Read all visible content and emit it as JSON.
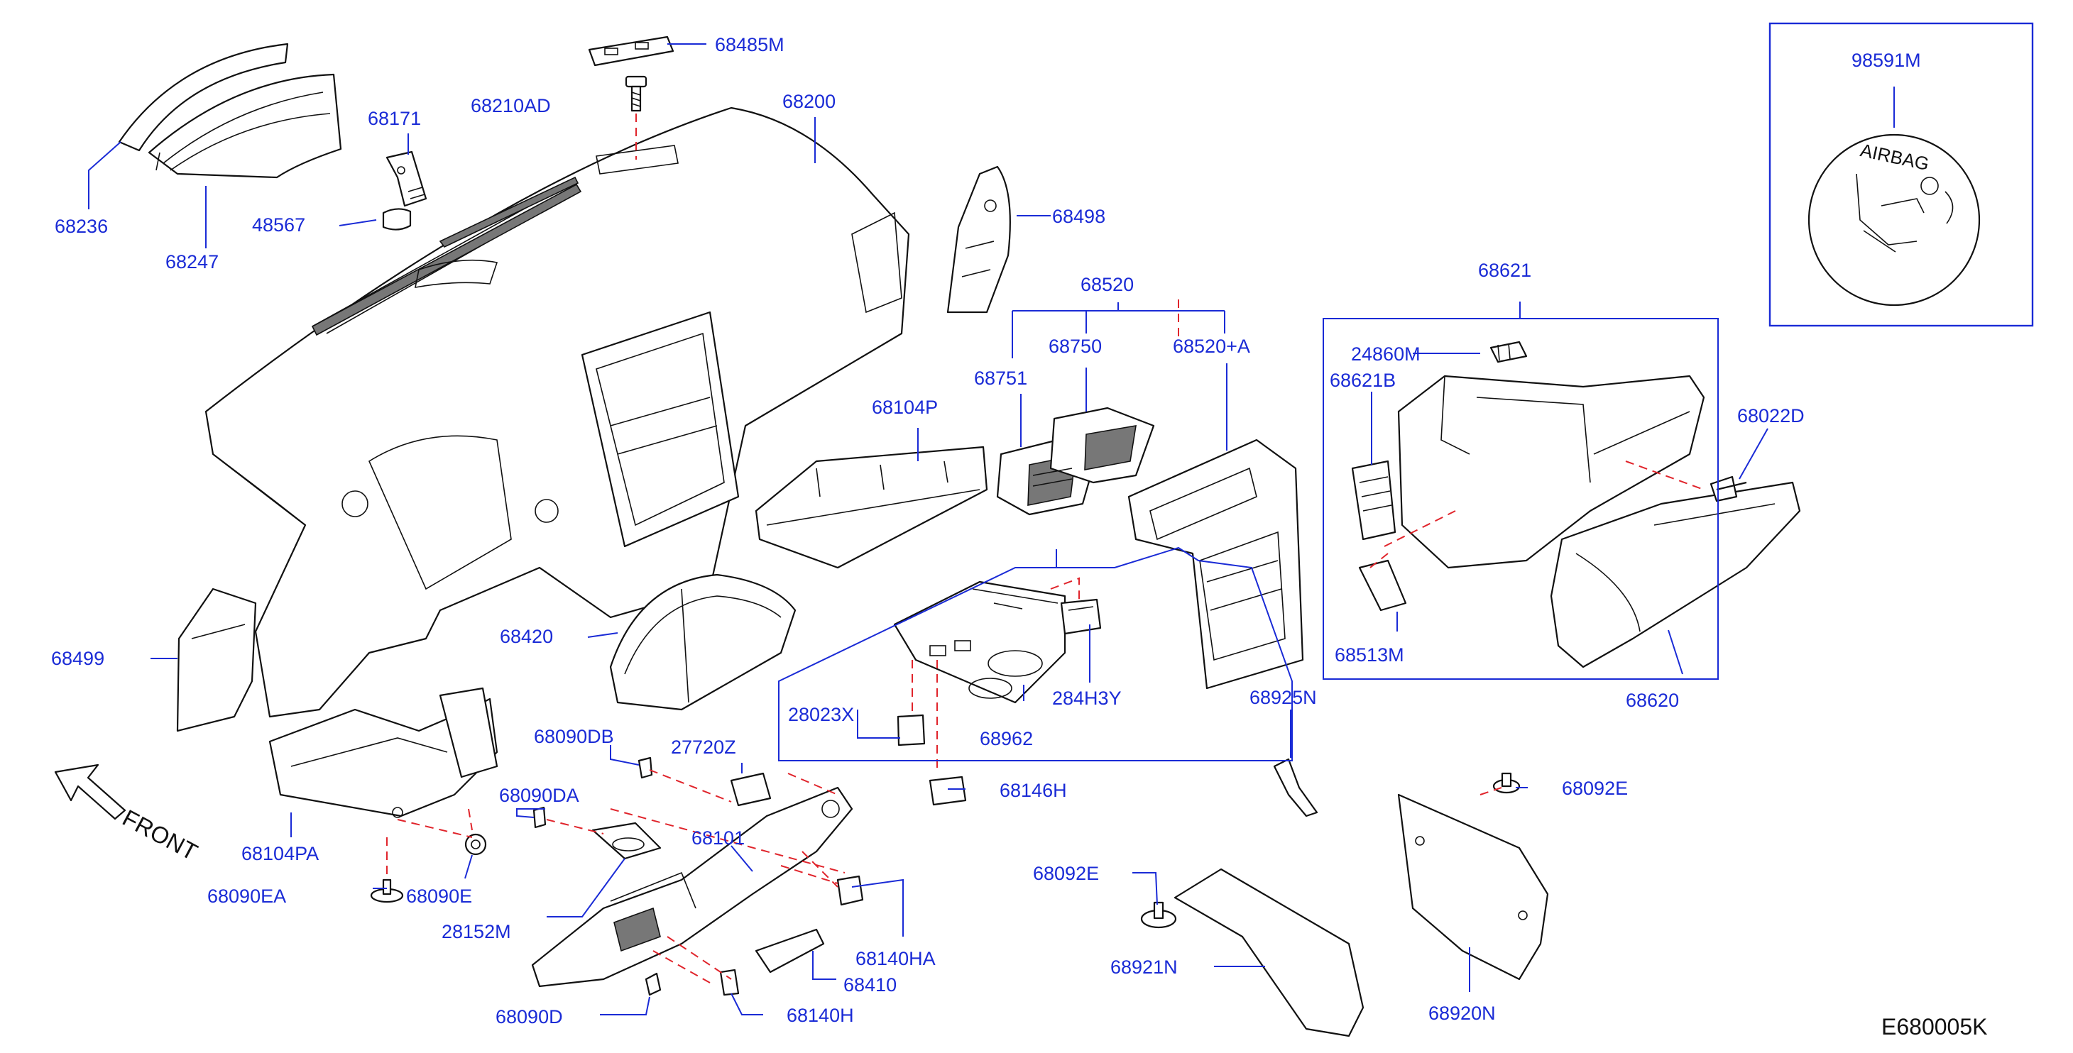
{
  "diagram_code": "E680005K",
  "front_label": "FRONT",
  "airbag_text": "AIRBAG",
  "parts": {
    "p68485M": "68485M",
    "p68210AD": "68210AD",
    "p68200": "68200",
    "p68171": "68171",
    "p48567": "48567",
    "p68236": "68236",
    "p68247": "68247",
    "p68498": "68498",
    "p98591M": "98591M",
    "p68520": "68520",
    "p68751": "68751",
    "p68750": "68750",
    "p68520A": "68520+A",
    "p68621": "68621",
    "p24860M": "24860M",
    "p68621B": "68621B",
    "p68022D": "68022D",
    "p68104P": "68104P",
    "p68499": "68499",
    "p68420": "68420",
    "p68513M": "68513M",
    "p68620": "68620",
    "p28023X": "28023X",
    "p68962": "68962",
    "p284H3Y": "284H3Y",
    "p68925N": "68925N",
    "p68090DB": "68090DB",
    "p27720Z": "27720Z",
    "p68104PA": "68104PA",
    "p68090DA": "68090DA",
    "p68146H": "68146H",
    "p68101": "68101",
    "p68090EA": "68090EA",
    "p68090E": "68090E",
    "p28152M": "28152M",
    "p68092E_a": "68092E",
    "p68092E_b": "68092E",
    "p68140HA": "68140HA",
    "p68410": "68410",
    "p68921N": "68921N",
    "p68920N": "68920N",
    "p68090D": "68090D",
    "p68140H": "68140H"
  },
  "colors": {
    "label": "#1a2bd6",
    "dashed_line": "#e0242b",
    "line_art": "#111111"
  }
}
